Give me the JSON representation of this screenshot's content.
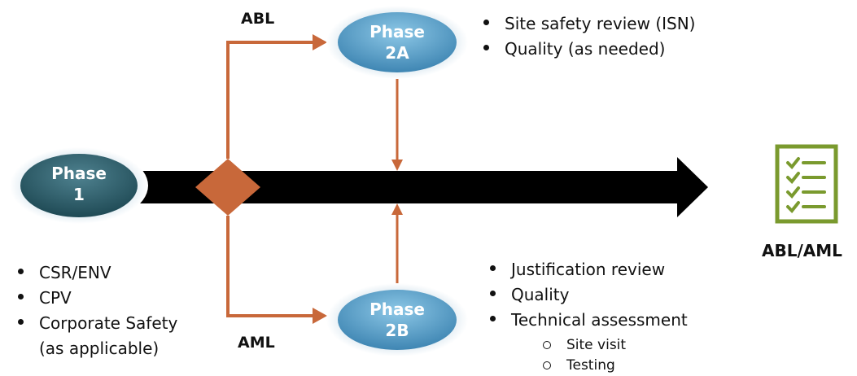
{
  "phases": {
    "phase1": {
      "line1": "Phase",
      "line2": "1"
    },
    "phase2a": {
      "line1": "Phase",
      "line2": "2A"
    },
    "phase2b": {
      "line1": "Phase",
      "line2": "2B"
    }
  },
  "branches": {
    "top": "ABL",
    "bottom": "AML"
  },
  "outcome": {
    "label": "ABL/AML",
    "icon": "checklist-icon"
  },
  "phase1_items": [
    "CSR/ENV",
    "CPV",
    "Corporate Safety",
    "(as applicable)"
  ],
  "phase2a_items": [
    "Site safety review (ISN)",
    "Quality (as needed)"
  ],
  "phase2b_items": [
    "Justification review",
    "Quality",
    "Technical assessment"
  ],
  "phase2b_subitems": [
    "Site visit",
    "Testing"
  ],
  "colors": {
    "arrow_main": "#000000",
    "branch": "#c8683a",
    "phase1": "#2f5f6a",
    "phase2": "#5fa3c9",
    "checklist": "#7a9a2e"
  }
}
